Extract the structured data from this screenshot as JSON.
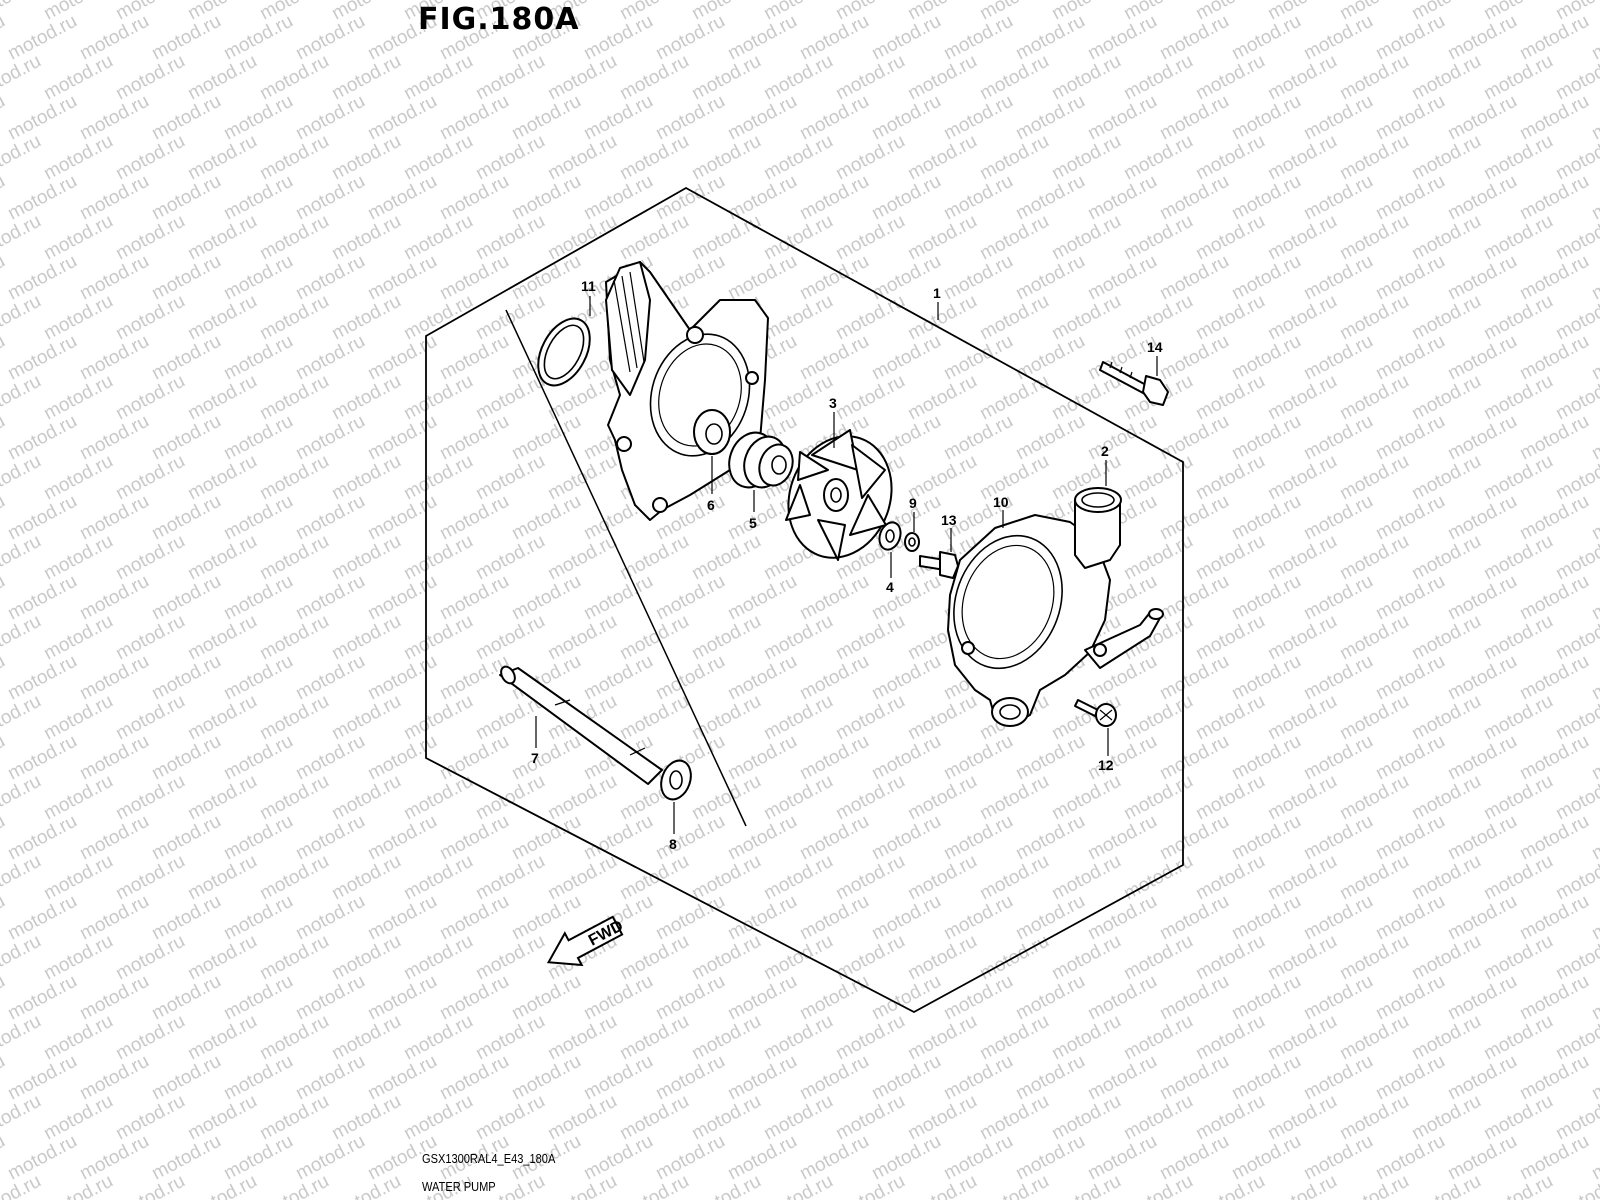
{
  "figure_title": "FIG.180A",
  "footer": {
    "code": "GSX1300RAL4_E43_180A",
    "name": "WATER PUMP"
  },
  "watermark": "motod.ru",
  "direction_arrow": "FWD",
  "callouts": [
    "1",
    "2",
    "3",
    "4",
    "5",
    "6",
    "7",
    "8",
    "9",
    "10",
    "11",
    "12",
    "13",
    "14"
  ],
  "colors": {
    "line": "#000000",
    "watermark": "#c9c9c9",
    "background": "#ffffff"
  }
}
